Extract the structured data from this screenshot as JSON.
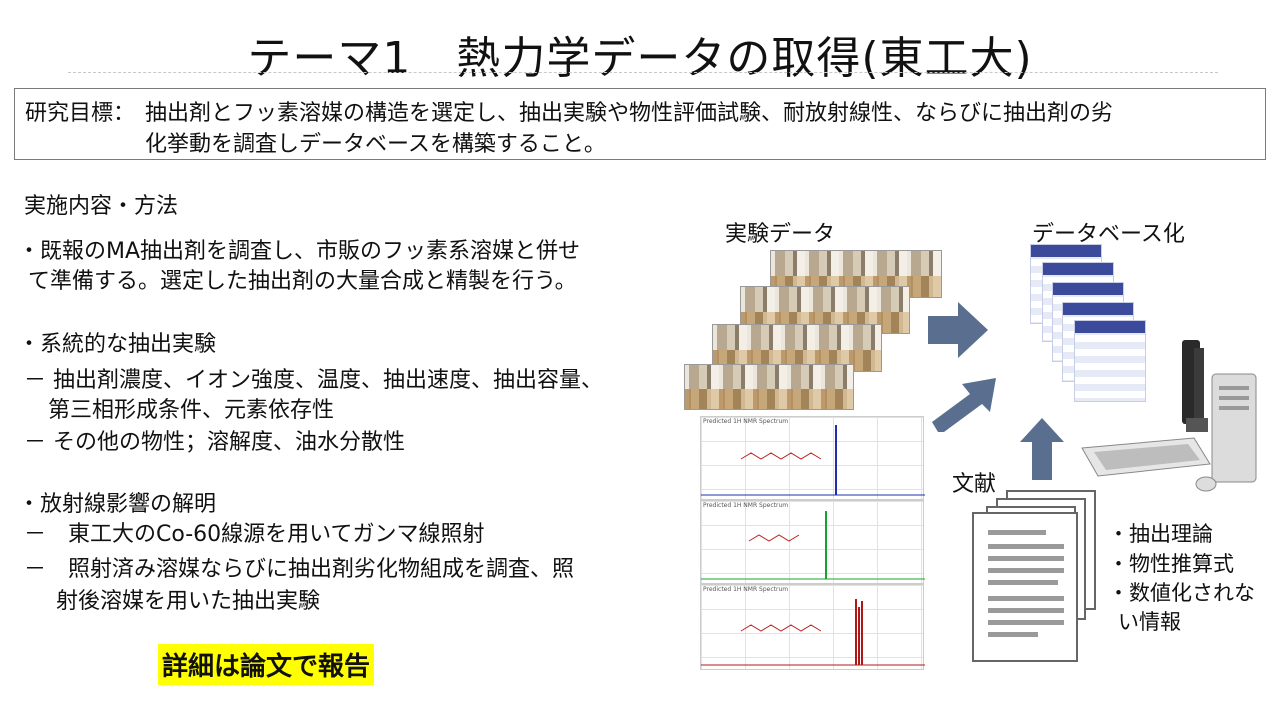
{
  "title": "テーマ1　熱力学データの取得(東工大)",
  "objective": {
    "label": "研究目標：",
    "line1": "抽出剤とフッ素溶媒の構造を選定し、抽出実験や物性評価試験、耐放射線性、ならびに抽出剤の劣",
    "line2": "化挙動を調査しデータベースを構築すること。"
  },
  "section_heading": "実施内容・方法",
  "bullets": {
    "b1_line1": "・既報のMA抽出剤を調査し、市販のフッ素系溶媒と併せ",
    "b1_line2": "て準備する。選定した抽出剤の大量合成と精製を行う。",
    "b2_head": "・系統的な抽出実験",
    "b2_sub1_line1": "－ 抽出剤濃度、イオン強度、温度、抽出速度、抽出容量、",
    "b2_sub1_line2": "第三相形成条件、元素依存性",
    "b2_sub2": "－ その他の物性；溶解度、油水分散性",
    "b3_head": "・放射線影響の解明",
    "b3_sub1": "－　東工大のCo-60線源を用いてガンマ線照射",
    "b3_sub2_line1": "－　照射済み溶媒ならびに抽出剤劣化物組成を調査、照",
    "b3_sub2_line2": "射後溶媒を用いた抽出実験"
  },
  "highlight": "詳細は論文で報告",
  "diagram": {
    "exp_label": "実験データ",
    "db_label": "データベース化",
    "lit_label": "文献",
    "nmr_title": "Predicted 1H NMR Spectrum",
    "lit_items": [
      "・抽出理論",
      "・物性推算式",
      "・数値化されな",
      "い情報"
    ]
  },
  "colors": {
    "highlight": "#ffff00",
    "arrow": "#5a6f8f",
    "nmr_peak_1": "#1f2fa8",
    "nmr_peak_2": "#18a22a",
    "nmr_peak_3": "#b01818",
    "db_header": "#3b4a9a"
  }
}
